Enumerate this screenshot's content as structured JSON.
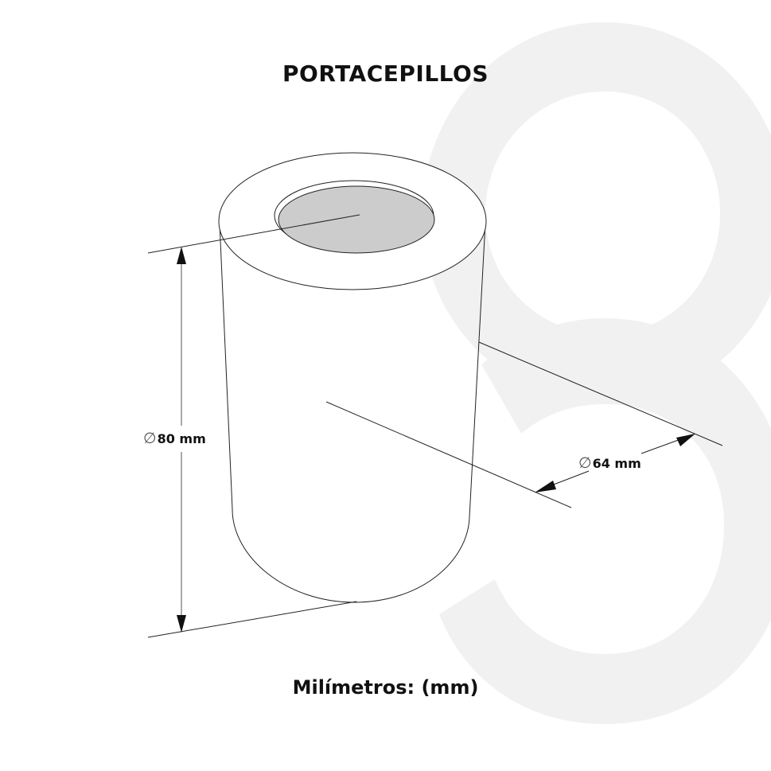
{
  "title": "PORTACEPILLOS",
  "footer": "Milímetros: (mm)",
  "dimensions": {
    "height": {
      "symbol": "∅",
      "value": "80 mm"
    },
    "diameter": {
      "symbol": "∅",
      "value": "64 mm"
    }
  },
  "colors": {
    "background": "#ffffff",
    "watermark": "#f1f1f1",
    "line": "#222222",
    "cavity_fill": "#cccccc",
    "text": "#111111"
  }
}
